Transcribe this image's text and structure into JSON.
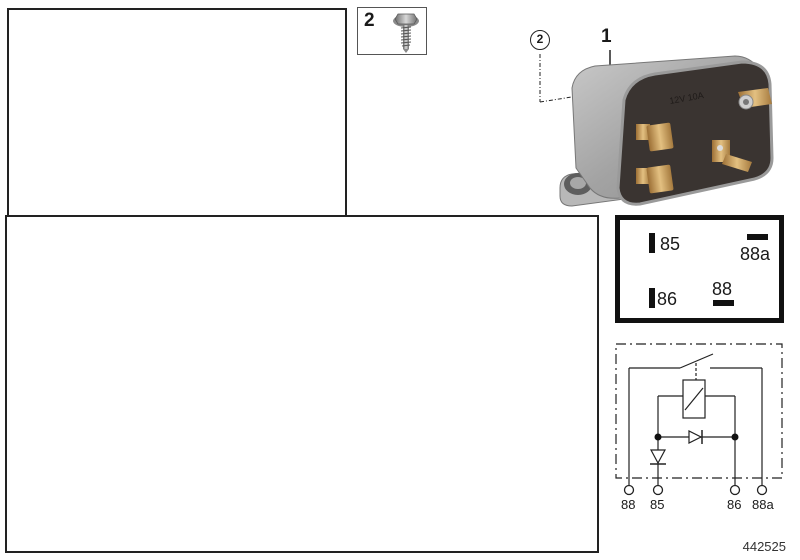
{
  "diagram": {
    "type": "parts-illustration",
    "reference_number": "442525",
    "panels": {
      "top_left_blank": {
        "label": ""
      },
      "main_blank": {
        "label": ""
      }
    },
    "parts": [
      {
        "number": "1",
        "name": "relay"
      },
      {
        "number": "2",
        "name": "screw"
      }
    ],
    "screw_inset": {
      "number": "2",
      "icon": "screw-icon"
    },
    "callouts": {
      "relay": "1",
      "screw_circled": "2"
    },
    "pin_layout": {
      "pins": [
        {
          "label": "85",
          "bar": "vertical"
        },
        {
          "label": "88a",
          "bar": "horizontal"
        },
        {
          "label": "86",
          "bar": "vertical"
        },
        {
          "label": "88",
          "bar": "horizontal"
        }
      ]
    },
    "schematic": {
      "terminals": [
        "88",
        "85",
        "86",
        "88a"
      ],
      "components": [
        "switch",
        "coil",
        "diode",
        "diode"
      ]
    },
    "colors": {
      "line": "#222222",
      "relay_body": "#a8a8a8",
      "relay_face": "#3a3431",
      "terminal_brass": "#c9a063"
    }
  }
}
